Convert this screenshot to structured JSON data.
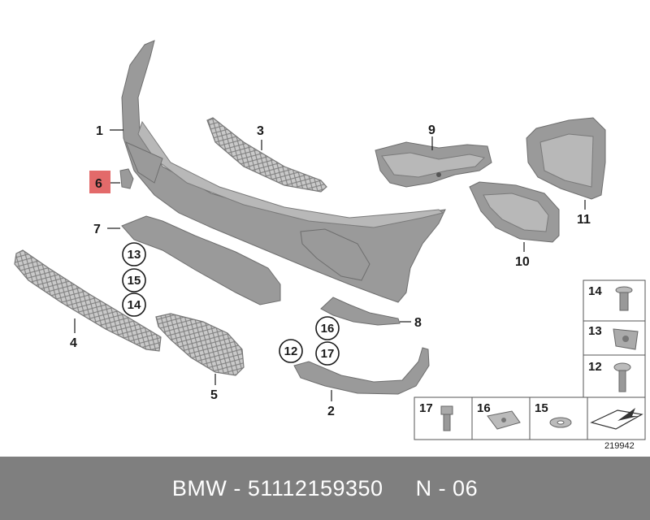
{
  "callouts": {
    "c1": "1",
    "c2": "2",
    "c3": "3",
    "c4": "4",
    "c5": "5",
    "c6": "6",
    "c7": "7",
    "c8": "8",
    "c9": "9",
    "c10": "10",
    "c11": "11",
    "c13": "13",
    "c15": "15",
    "c14": "14",
    "c16": "16",
    "c12": "12",
    "c17": "17"
  },
  "legend": {
    "l14": "14",
    "l13": "13",
    "l12": "12",
    "l17": "17",
    "l16": "16",
    "l15": "15"
  },
  "highlight_color": "#e36a6a",
  "diagram_ref": "219942",
  "footer": {
    "brand": "BMW",
    "separator1": " - ",
    "part_number": "51112159350",
    "gap": "     ",
    "position": "N - 06"
  }
}
